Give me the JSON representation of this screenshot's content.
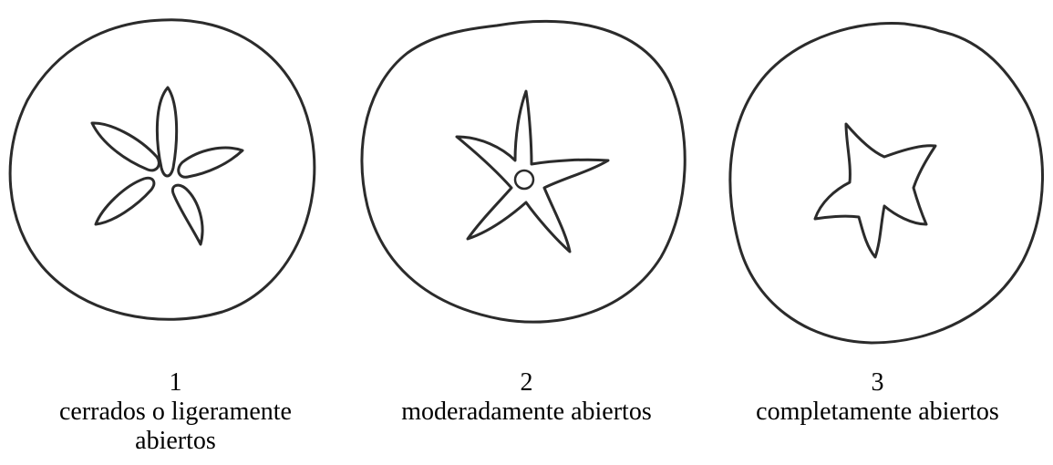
{
  "figure": {
    "items": [
      {
        "number": "1",
        "label": "cerrados o ligeramente abiertos",
        "style": "closed-slits"
      },
      {
        "number": "2",
        "label": "moderadamente abiertos",
        "style": "moderately-open-star"
      },
      {
        "number": "3",
        "label": "completamente abiertos",
        "style": "fully-open-star"
      }
    ],
    "line_color": "#2b2b2b"
  }
}
